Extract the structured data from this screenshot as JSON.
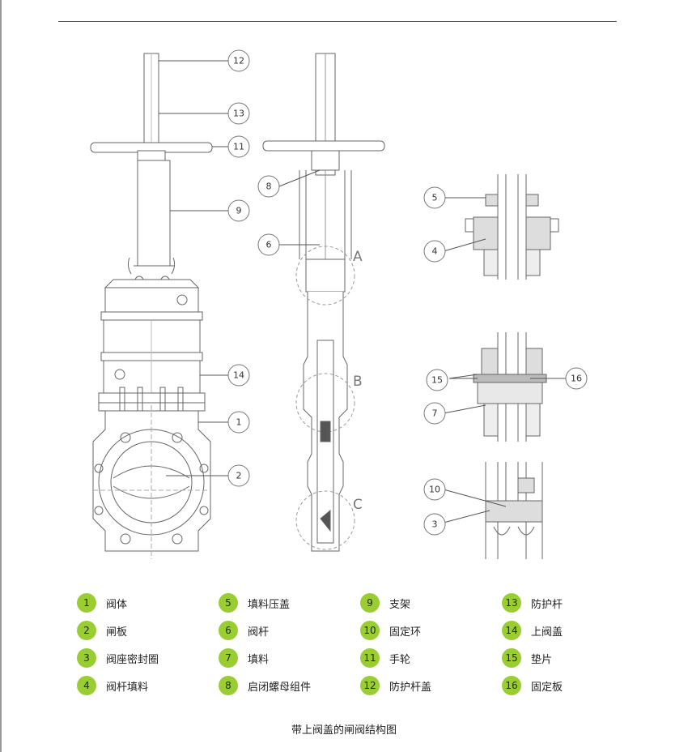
{
  "callouts": {
    "c12": "12",
    "c13": "13",
    "c11": "11",
    "c9": "9",
    "c14": "14",
    "c1": "1",
    "c2": "2",
    "c8": "8",
    "c6": "6",
    "c5": "5",
    "c4": "4",
    "c15": "15",
    "c16": "16",
    "c7": "7",
    "c10": "10",
    "c3": "3"
  },
  "sections": {
    "a": "A",
    "b": "B",
    "c": "C"
  },
  "legend": [
    {
      "num": "1",
      "label": "阀体"
    },
    {
      "num": "2",
      "label": "闸板"
    },
    {
      "num": "3",
      "label": "阀座密封圈"
    },
    {
      "num": "4",
      "label": "阀杆填料"
    },
    {
      "num": "5",
      "label": "填料压盖"
    },
    {
      "num": "6",
      "label": "阀杆"
    },
    {
      "num": "7",
      "label": "填料"
    },
    {
      "num": "8",
      "label": "启闭螺母组件"
    },
    {
      "num": "9",
      "label": "支架"
    },
    {
      "num": "10",
      "label": "固定环"
    },
    {
      "num": "11",
      "label": "手轮"
    },
    {
      "num": "12",
      "label": "防护杆盖"
    },
    {
      "num": "13",
      "label": "防护杆"
    },
    {
      "num": "14",
      "label": "上阀盖"
    },
    {
      "num": "15",
      "label": "垫片"
    },
    {
      "num": "16",
      "label": "固定板"
    }
  ],
  "colors": {
    "accent": "#9acd32",
    "line": "#666666"
  },
  "caption": "带上阀盖的闸阀结构图"
}
